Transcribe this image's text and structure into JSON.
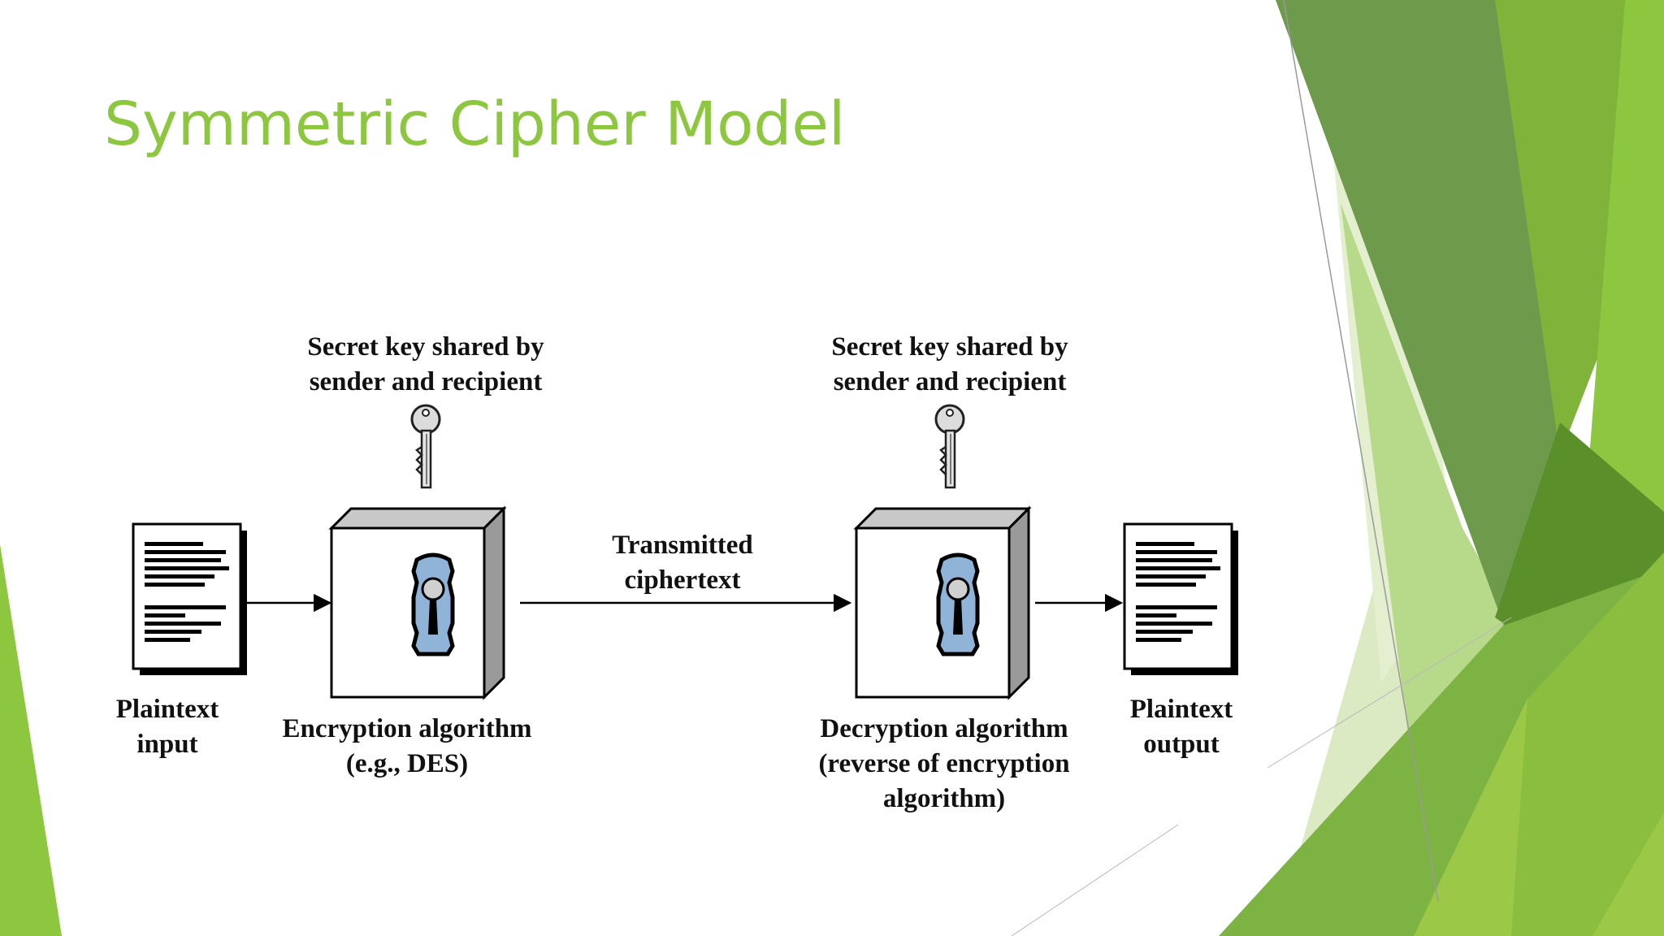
{
  "slide": {
    "title": "Symmetric Cipher Model",
    "accent_color": "#8dc63f"
  },
  "diagram": {
    "plaintext_input": {
      "line1": "Plaintext",
      "line2": "input",
      "icon": "document-icon"
    },
    "key_left": {
      "line1": "Secret key shared by",
      "line2": "sender and recipient",
      "icon": "key-icon"
    },
    "encryption": {
      "line1": "Encryption algorithm",
      "line2": "(e.g., DES)",
      "icon": "keyhole-icon"
    },
    "channel": {
      "line1": "Transmitted",
      "line2": "ciphertext"
    },
    "key_right": {
      "line1": "Secret key shared by",
      "line2": "sender and recipient",
      "icon": "key-icon"
    },
    "decryption": {
      "line1": "Decryption algorithm",
      "line2": "(reverse of encryption",
      "line3": "algorithm)",
      "icon": "keyhole-icon"
    },
    "plaintext_output": {
      "line1": "Plaintext",
      "line2": "output",
      "icon": "document-icon"
    }
  }
}
